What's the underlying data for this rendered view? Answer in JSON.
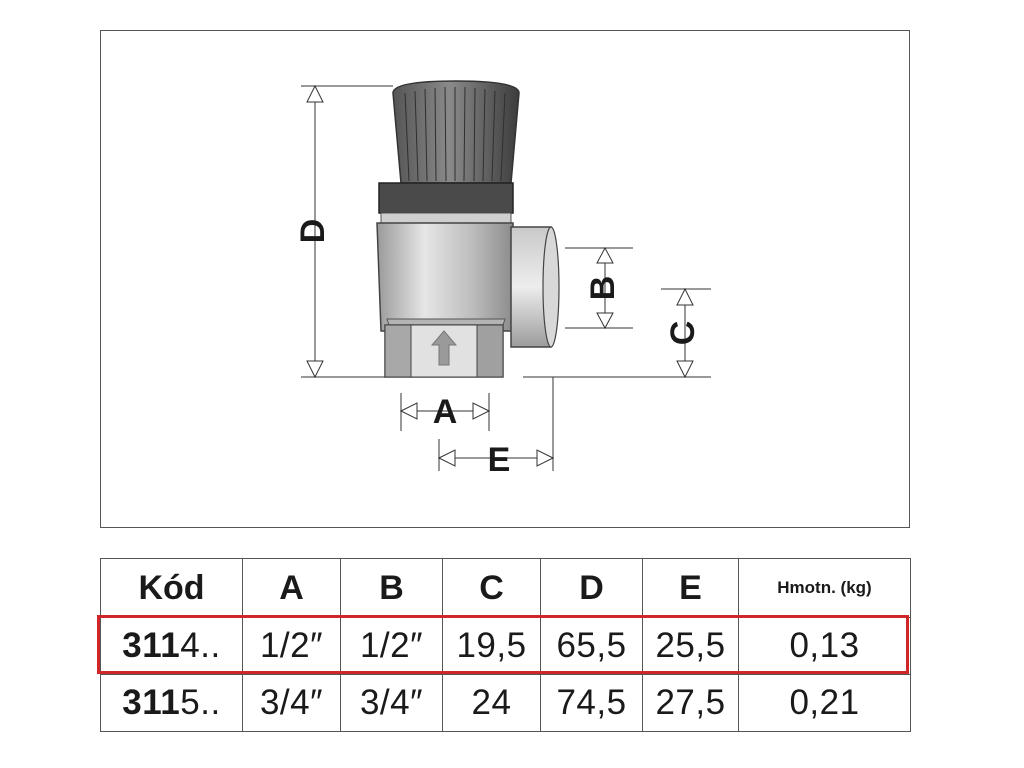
{
  "drawing": {
    "dimension_labels": {
      "A": "A",
      "B": "B",
      "C": "C",
      "D": "D",
      "E": "E"
    }
  },
  "table": {
    "headers": [
      "Kód",
      "A",
      "B",
      "C",
      "D",
      "E",
      "Hmotn. (kg)"
    ],
    "rows": [
      {
        "code_bold": "311",
        "code_rest": "4..",
        "A": "1/2″",
        "B": "1/2″",
        "C": "19,5",
        "D": "65,5",
        "E": "25,5",
        "weight": "0,13"
      },
      {
        "code_bold": "311",
        "code_rest": "5..",
        "A": "3/4″",
        "B": "3/4″",
        "C": "24",
        "D": "74,5",
        "E": "27,5",
        "weight": "0,21"
      }
    ],
    "highlight_color": "#d0262a"
  }
}
